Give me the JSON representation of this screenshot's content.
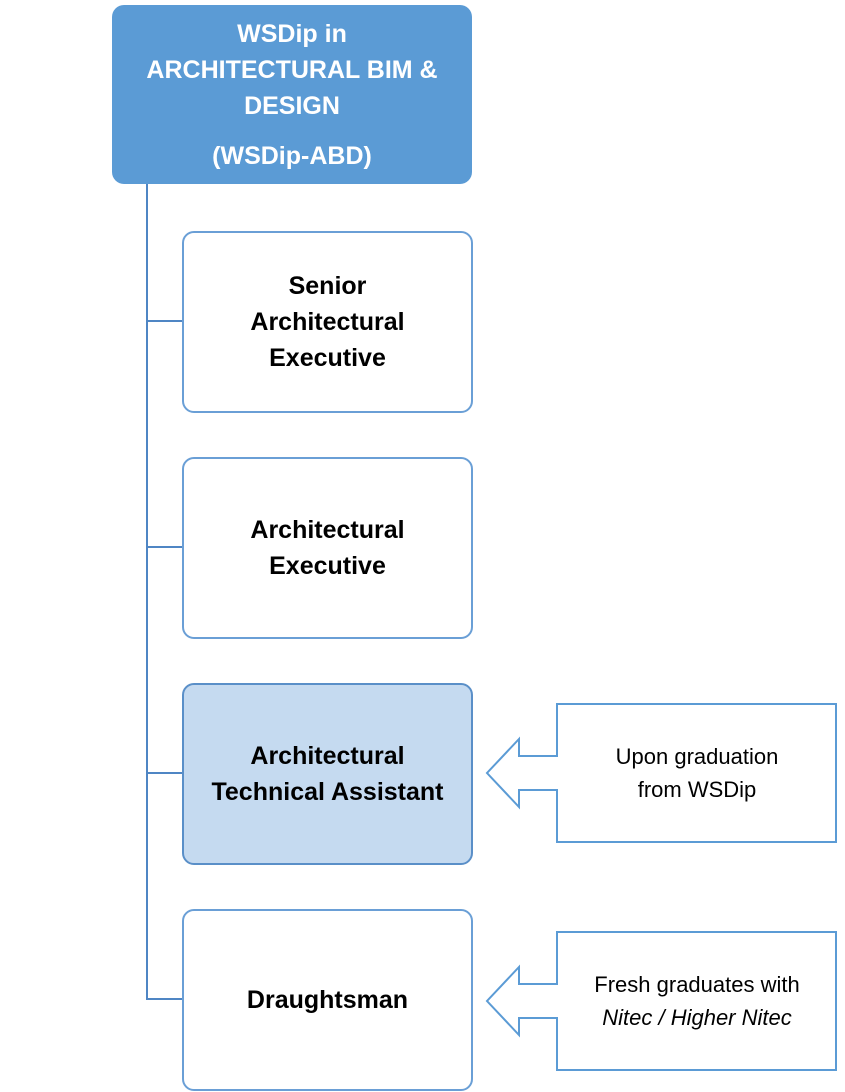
{
  "root": {
    "line1": "WSDip in",
    "line2": "ARCHITECTURAL BIM &",
    "line3": "DESIGN",
    "abbreviation": "(WSDip-ABD)"
  },
  "roles": [
    {
      "lines": [
        "Senior",
        "Architectural",
        "Executive"
      ],
      "highlighted": false
    },
    {
      "lines": [
        "Architectural",
        "Executive"
      ],
      "highlighted": false
    },
    {
      "lines": [
        "Architectural",
        "Technical Assistant"
      ],
      "highlighted": true
    },
    {
      "lines": [
        "Draughtsman"
      ],
      "highlighted": false
    }
  ],
  "callouts": [
    {
      "line1": "Upon graduation",
      "line2": "from WSDip"
    },
    {
      "line1": "Fresh graduates with",
      "line2": "Nitec / Higher Nitec"
    }
  ],
  "colors": {
    "root_fill": "#5b9bd5",
    "box_border": "#6a9fd6",
    "highlight_fill": "#c5daf0",
    "connector": "#4f86c4"
  }
}
